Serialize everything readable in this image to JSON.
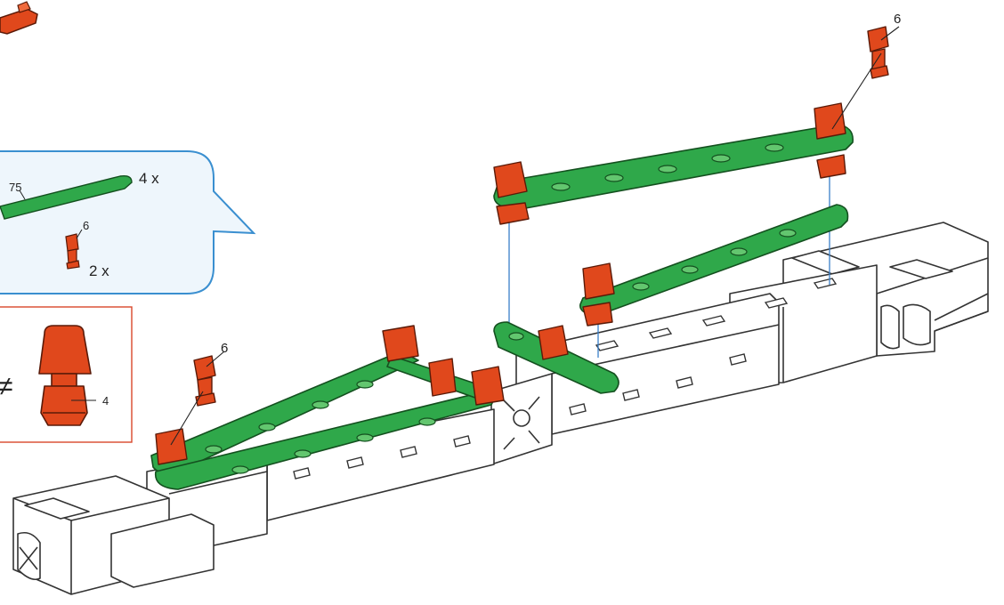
{
  "parts_callout": {
    "strut_length_label": "75",
    "strut_qty_label": "4 x",
    "pin_size_label": "6",
    "pin_qty_label": "2 x"
  },
  "pin_comparison": {
    "not_equal_symbol": "≠",
    "pin_size_label": "4"
  },
  "assembly_labels": {
    "pin_label_top_right": "6",
    "pin_label_left": "6"
  },
  "colors": {
    "strut_green": "#2fa84a",
    "pin_red": "#e0481c",
    "callout_border": "#3a8fd0",
    "callout_fill": "#eef6fc",
    "compare_border": "#d9482b",
    "guide_line_blue": "#3a7fc8",
    "block_outline": "#444444"
  },
  "icons": [
    "building-block",
    "green-strut",
    "red-pin"
  ]
}
